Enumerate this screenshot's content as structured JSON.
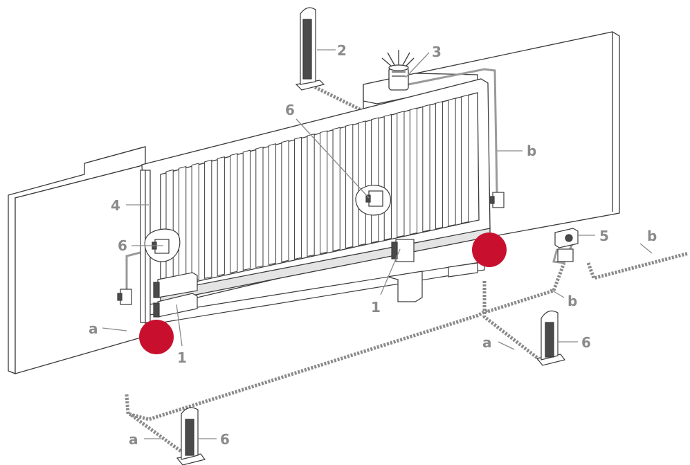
{
  "labels": {
    "n1": "1",
    "n2": "2",
    "n3": "3",
    "n4": "4",
    "n5": "5",
    "n6": "6",
    "a": "a",
    "b": "b"
  },
  "colors": {
    "outline": "#3a3a3a",
    "label": "#8a8a8a",
    "marker": "#c8102e",
    "cable": "#9a9a9a",
    "wall": "#ffffff",
    "device_dark": "#4a4a4a"
  }
}
